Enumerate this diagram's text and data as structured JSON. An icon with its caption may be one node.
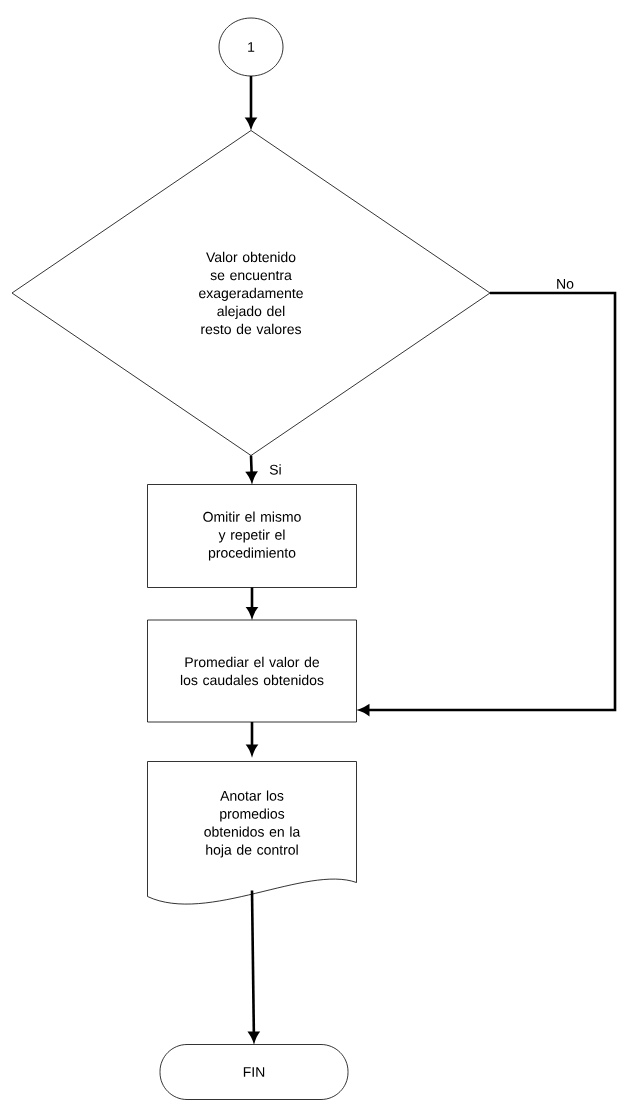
{
  "diagram": {
    "nodes": [
      {
        "text": [
          "1"
        ]
      },
      {
        "text": [
          "Valor obtenido se encuentra exageradamente alejado del resto de valores"
        ]
      },
      {
        "text": [
          "Omitir el mismo y repetir el procedimiento"
        ]
      },
      {
        "text": [
          "Promediar el valor de los caudales obtenidos"
        ]
      },
      {
        "text": [
          "Anotar los promedios obtenidos en la hoja de control"
        ]
      },
      {
        "text": [
          "FIN"
        ]
      }
    ],
    "edges": [
      {
        "from": 0,
        "to": 1,
        "arrow": "to"
      },
      {
        "from": 1,
        "to": 2,
        "arrow": "to",
        "label": "Si"
      },
      {
        "from": 1,
        "to": 3,
        "arrow": "to",
        "label": "No"
      },
      {
        "from": 2,
        "to": 3,
        "arrow": "to"
      },
      {
        "from": 3,
        "to": 4,
        "arrow": "to"
      },
      {
        "from": 4,
        "to": 5,
        "arrow": "to"
      }
    ]
  }
}
